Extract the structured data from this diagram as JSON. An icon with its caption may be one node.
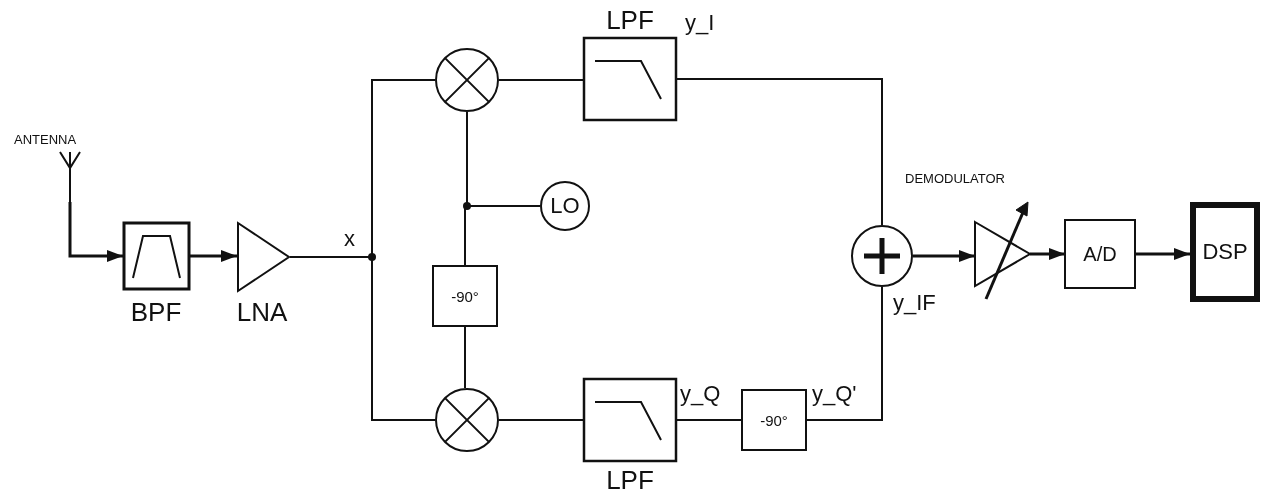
{
  "diagram": {
    "nodes": [
      {
        "text": [
          "ANTENNA"
        ]
      },
      {
        "text": [
          "BPF"
        ]
      },
      {
        "text": [
          "LNA"
        ]
      },
      {
        "text": [],
        "shape": "circle"
      },
      {
        "text": [
          "LPF"
        ]
      },
      {
        "text": [
          "LO"
        ]
      },
      {
        "text": [
          "-90°"
        ]
      },
      {
        "text": [],
        "shape": "circle"
      },
      {
        "text": [
          "LPF"
        ]
      },
      {
        "text": [
          "-90°"
        ]
      },
      {
        "text": [],
        "shape": "circle"
      },
      {
        "text": [
          "DEMODULATOR"
        ]
      },
      {
        "text": [
          "A/D"
        ]
      },
      {
        "text": [
          "DSP"
        ]
      }
    ],
    "edges": [
      {
        "from": 0,
        "to": 1,
        "arrow": "to"
      },
      {
        "from": 1,
        "to": 2,
        "arrow": "to"
      },
      {
        "from": 2,
        "to": 3,
        "arrow": "none"
      },
      {
        "from": 2,
        "to": 7,
        "arrow": "none"
      },
      {
        "from": 3,
        "to": 4,
        "arrow": "none"
      },
      {
        "from": 5,
        "to": 3,
        "arrow": "none"
      },
      {
        "from": 5,
        "to": 6,
        "arrow": "none"
      },
      {
        "from": 6,
        "to": 7,
        "arrow": "none"
      },
      {
        "from": 7,
        "to": 8,
        "arrow": "none"
      },
      {
        "from": 4,
        "to": 10,
        "arrow": "none"
      },
      {
        "from": 8,
        "to": 9,
        "arrow": "none"
      },
      {
        "from": 9,
        "to": 10,
        "arrow": "none"
      },
      {
        "from": 10,
        "to": 11,
        "arrow": "to"
      },
      {
        "from": 11,
        "to": 12,
        "arrow": "to"
      },
      {
        "from": 12,
        "to": 13,
        "arrow": "to"
      }
    ],
    "labels": [
      "y_I",
      "x",
      "y_IF",
      "y_Q",
      "y_Q'"
    ]
  }
}
